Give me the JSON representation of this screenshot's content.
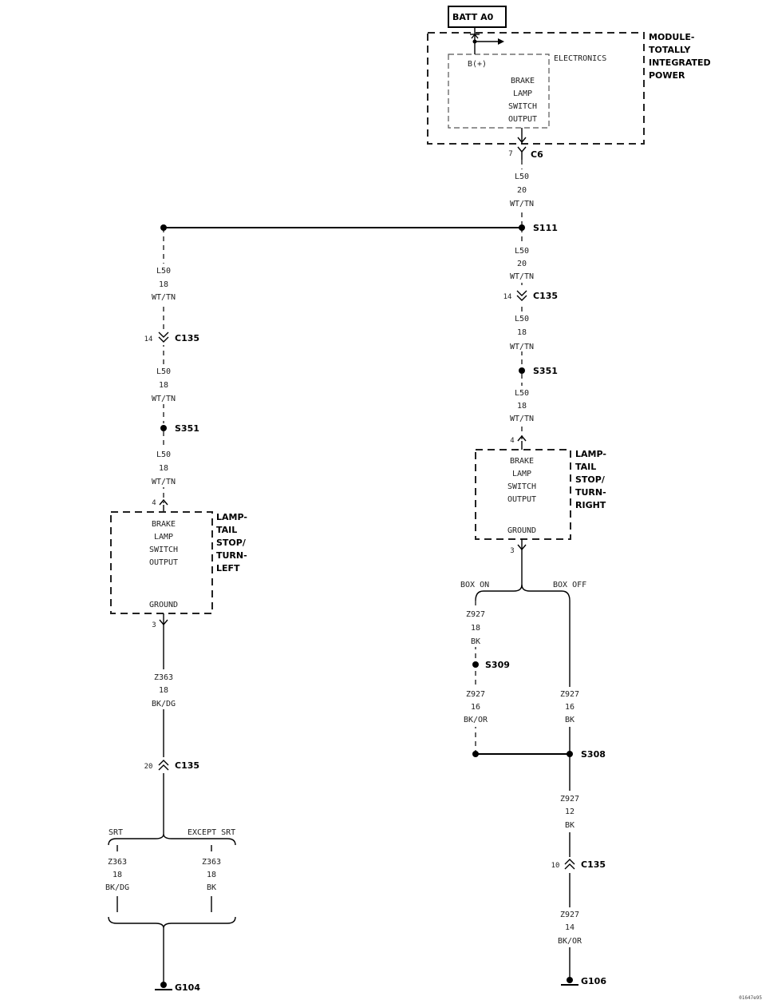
{
  "batt": "BATT A0",
  "module": {
    "title_lines": [
      "MODULE-",
      "TOTALLY",
      "INTEGRATED",
      "POWER"
    ],
    "electronics": "ELECTRONICS",
    "b_plus": "B(+)",
    "function_lines": [
      "BRAKE",
      "LAMP",
      "SWITCH",
      "OUTPUT"
    ]
  },
  "connectors": {
    "c6": "C6",
    "c6_pin": "7",
    "c135": "C135",
    "right_c135_pin": "14",
    "left_c135_pin": "14",
    "left_ground_c135_pin": "20",
    "right_ground_c135_pin": "10"
  },
  "splices": {
    "s111": "S111",
    "s351": "S351",
    "s309": "S309",
    "s308": "S308"
  },
  "grounds": {
    "g104": "G104",
    "g106": "G106"
  },
  "wires": {
    "l50_20": [
      "L50",
      "20",
      "WT/TN"
    ],
    "l50_18": [
      "L50",
      "18",
      "WT/TN"
    ],
    "z363_18_bkdg": [
      "Z363",
      "18",
      "BK/DG"
    ],
    "z363_18_bk": [
      "Z363",
      "18",
      "BK"
    ],
    "z927_18_bk": [
      "Z927",
      "18",
      "BK"
    ],
    "z927_16_bkor": [
      "Z927",
      "16",
      "BK/OR"
    ],
    "z927_16_bk": [
      "Z927",
      "16",
      "BK"
    ],
    "z927_12_bk": [
      "Z927",
      "12",
      "BK"
    ],
    "z927_14_bkor": [
      "Z927",
      "14",
      "BK/OR"
    ]
  },
  "lamp_left": {
    "title_lines": [
      "LAMP-",
      "TAIL",
      "STOP/",
      "TURN-",
      "LEFT"
    ],
    "function_lines": [
      "BRAKE",
      "LAMP",
      "SWITCH",
      "OUTPUT"
    ],
    "ground": "GROUND",
    "pin_in": "4",
    "pin_out": "3"
  },
  "lamp_right": {
    "title_lines": [
      "LAMP-",
      "TAIL",
      "STOP/",
      "TURN-",
      "RIGHT"
    ],
    "function_lines": [
      "BRAKE",
      "LAMP",
      "SWITCH",
      "OUTPUT"
    ],
    "ground": "GROUND",
    "pin_in": "4",
    "pin_out": "3"
  },
  "options": {
    "srt": "SRT",
    "except_srt": "EXCEPT SRT",
    "box_on": "BOX ON",
    "box_off": "BOX OFF"
  },
  "figure_id": "01647e95"
}
